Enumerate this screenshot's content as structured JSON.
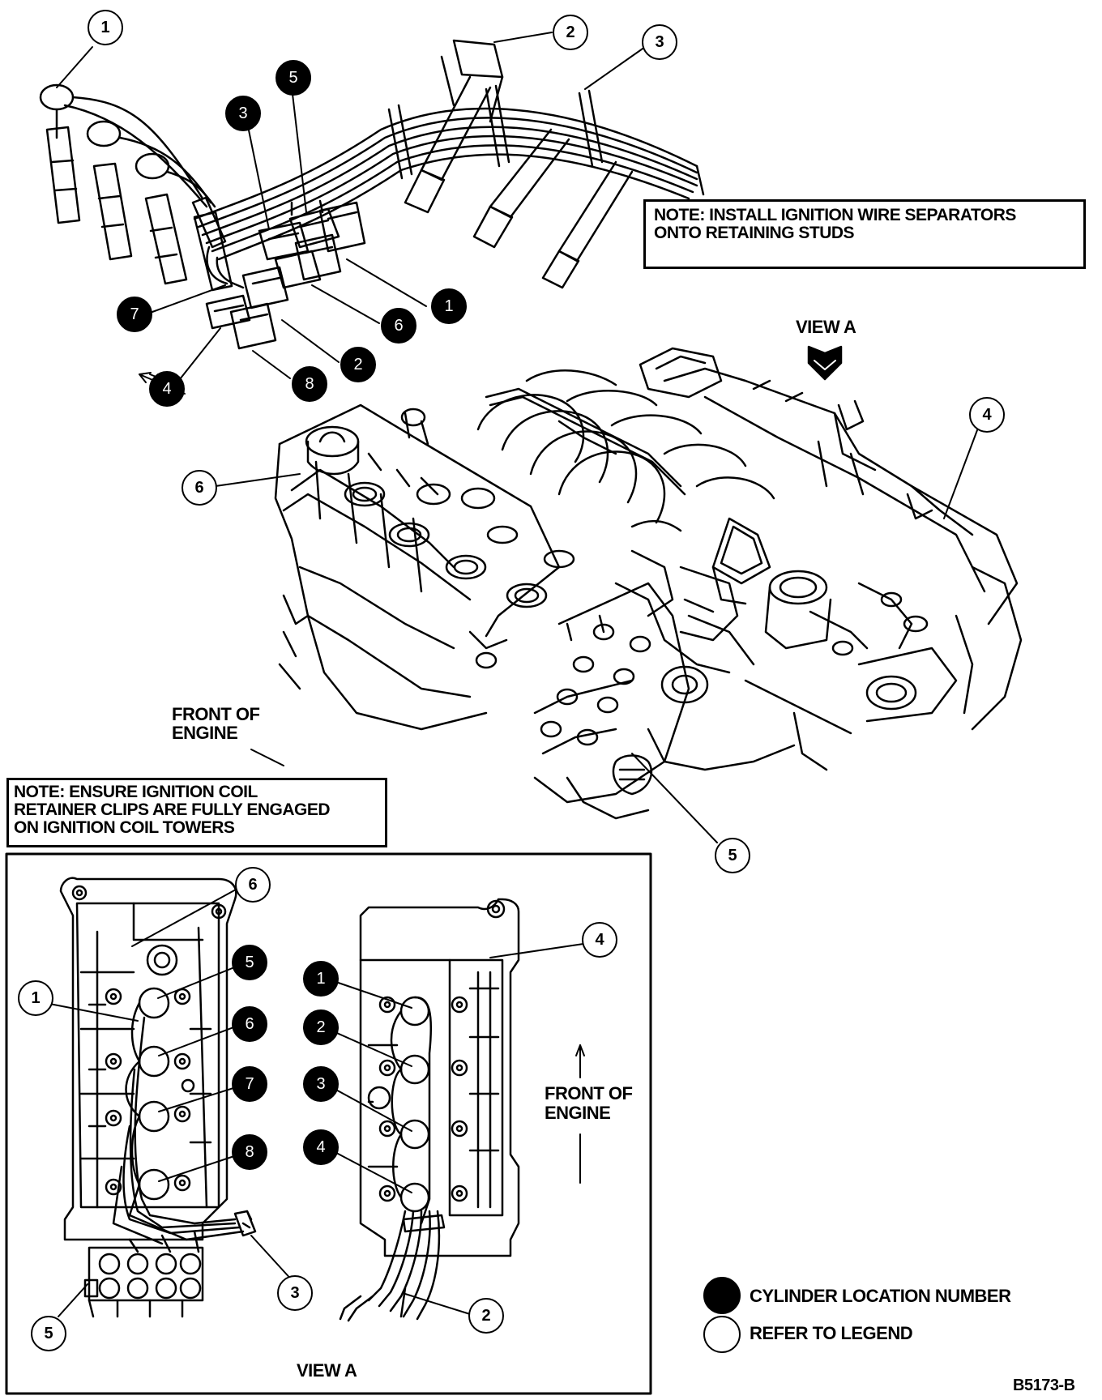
{
  "notes": {
    "separators": [
      "NOTE: INSTALL IGNITION WIRE SEPARATORS",
      "ONTO RETAINING STUDS"
    ],
    "retainer": [
      "NOTE: ENSURE IGNITION COIL",
      "RETAINER CLIPS ARE FULLY ENGAGED",
      "ON IGNITION COIL TOWERS"
    ]
  },
  "labels": {
    "view_a_pointer": "VIEW A",
    "view_a_inset": "VIEW A",
    "front_main": [
      "FRONT OF",
      "ENGINE"
    ],
    "front_inset": [
      "FRONT OF",
      "ENGINE"
    ],
    "figure_id": "B5173-B"
  },
  "legend": {
    "cylinder": "CYLINDER LOCATION NUMBER",
    "refer": "REFER TO LEGEND"
  },
  "callouts": {
    "legend_refs": [
      {
        "id": "ref-1-top",
        "n": "1"
      },
      {
        "id": "ref-2-top",
        "n": "2"
      },
      {
        "id": "ref-3-top",
        "n": "3"
      },
      {
        "id": "ref-4-main",
        "n": "4"
      },
      {
        "id": "ref-5-main",
        "n": "5"
      },
      {
        "id": "ref-6-main",
        "n": "6"
      },
      {
        "id": "ref-6-inset",
        "n": "6"
      },
      {
        "id": "ref-4-inset",
        "n": "4"
      },
      {
        "id": "ref-1-inset",
        "n": "1"
      },
      {
        "id": "ref-3-inset",
        "n": "3"
      },
      {
        "id": "ref-5-inset",
        "n": "5"
      },
      {
        "id": "ref-2-inset",
        "n": "2"
      }
    ],
    "cylinders": [
      {
        "id": "cyl-5-top",
        "n": "5"
      },
      {
        "id": "cyl-3-top",
        "n": "3"
      },
      {
        "id": "cyl-1-top",
        "n": "1"
      },
      {
        "id": "cyl-7-top",
        "n": "7"
      },
      {
        "id": "cyl-6-top",
        "n": "6"
      },
      {
        "id": "cyl-2-top",
        "n": "2"
      },
      {
        "id": "cyl-4-top",
        "n": "4"
      },
      {
        "id": "cyl-8-top",
        "n": "8"
      },
      {
        "id": "cyl-5-inset",
        "n": "5"
      },
      {
        "id": "cyl-6-inset",
        "n": "6"
      },
      {
        "id": "cyl-7-inset",
        "n": "7"
      },
      {
        "id": "cyl-8-inset",
        "n": "8"
      },
      {
        "id": "cyl-1-inset",
        "n": "1"
      },
      {
        "id": "cyl-2-inset",
        "n": "2"
      },
      {
        "id": "cyl-3-inset",
        "n": "3"
      },
      {
        "id": "cyl-4-inset",
        "n": "4"
      }
    ]
  }
}
